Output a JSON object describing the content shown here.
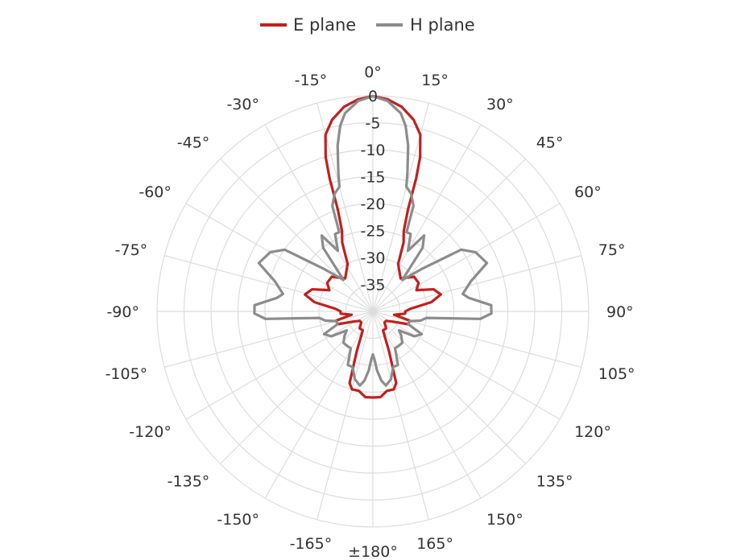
{
  "colors": {
    "e_plane": "#c0201e",
    "h_plane": "#8c8c8c",
    "grid": "#dddddd",
    "text": "#333333"
  },
  "legend": {
    "position": "top-center"
  },
  "chart_data": {
    "type": "polar-line",
    "angle_unit": "degrees",
    "angle_zero": "top",
    "angle_direction": "clockwise",
    "angle_ticks": [
      "0°",
      "15°",
      "30°",
      "45°",
      "60°",
      "75°",
      "90°",
      "105°",
      "120°",
      "135°",
      "150°",
      "165°",
      "±180°",
      "-165°",
      "-150°",
      "-135°",
      "-120°",
      "-105°",
      "-90°",
      "-75°",
      "-60°",
      "-45°",
      "-30°",
      "-15°"
    ],
    "radial_ticks": [
      "0",
      "-5",
      "-10",
      "-15",
      "-20",
      "-25",
      "-30",
      "-35"
    ],
    "radial_range": [
      -40,
      0
    ],
    "grid": true,
    "series": [
      {
        "name": "E plane",
        "points": [
          [
            0,
            0
          ],
          [
            4,
            -0.5
          ],
          [
            8,
            -1.6
          ],
          [
            12,
            -3.6
          ],
          [
            15,
            -6
          ],
          [
            17,
            -10
          ],
          [
            18,
            -14
          ],
          [
            19,
            -20
          ],
          [
            21,
            -24
          ],
          [
            24,
            -26
          ],
          [
            28,
            -30
          ],
          [
            33,
            -31
          ],
          [
            40,
            -32
          ],
          [
            50,
            -30
          ],
          [
            58,
            -30
          ],
          [
            64,
            -31
          ],
          [
            70,
            -28
          ],
          [
            76,
            -27
          ],
          [
            81,
            -29
          ],
          [
            86,
            -33
          ],
          [
            90,
            -34
          ],
          [
            94,
            -34
          ],
          [
            99,
            -36
          ],
          [
            104,
            -33
          ],
          [
            110,
            -33
          ],
          [
            118,
            -36
          ],
          [
            126,
            -37
          ],
          [
            134,
            -37
          ],
          [
            142,
            -36
          ],
          [
            152,
            -36
          ],
          [
            158,
            -32
          ],
          [
            162,
            -26
          ],
          [
            165,
            -25
          ],
          [
            170,
            -25
          ],
          [
            175,
            -24
          ],
          [
            180,
            -24
          ],
          [
            -175,
            -24
          ],
          [
            -170,
            -25
          ],
          [
            -165,
            -25
          ],
          [
            -162,
            -26
          ],
          [
            -158,
            -32
          ],
          [
            -152,
            -36
          ],
          [
            -142,
            -36
          ],
          [
            -134,
            -37
          ],
          [
            -126,
            -37
          ],
          [
            -118,
            -36
          ],
          [
            -110,
            -33
          ],
          [
            -104,
            -33
          ],
          [
            -99,
            -36
          ],
          [
            -94,
            -34
          ],
          [
            -90,
            -34
          ],
          [
            -86,
            -33
          ],
          [
            -81,
            -29
          ],
          [
            -76,
            -27
          ],
          [
            -70,
            -28
          ],
          [
            -64,
            -31
          ],
          [
            -58,
            -30
          ],
          [
            -50,
            -30
          ],
          [
            -40,
            -32
          ],
          [
            -33,
            -31
          ],
          [
            -28,
            -30
          ],
          [
            -24,
            -26
          ],
          [
            -21,
            -24
          ],
          [
            -19,
            -20
          ],
          [
            -18,
            -14
          ],
          [
            -17,
            -10
          ],
          [
            -15,
            -6
          ],
          [
            -12,
            -3.6
          ],
          [
            -8,
            -1.6
          ],
          [
            -4,
            -0.5
          ]
        ]
      },
      {
        "name": "H plane",
        "points": [
          [
            0,
            0
          ],
          [
            4,
            -0.8
          ],
          [
            8,
            -2.8
          ],
          [
            10,
            -5
          ],
          [
            12,
            -8.5
          ],
          [
            14,
            -13.5
          ],
          [
            15,
            -16
          ],
          [
            18,
            -17
          ],
          [
            21,
            -19
          ],
          [
            23,
            -24
          ],
          [
            26,
            -24
          ],
          [
            30,
            -27
          ],
          [
            34,
            -23
          ],
          [
            38,
            -25
          ],
          [
            43,
            -32
          ],
          [
            49,
            -28
          ],
          [
            55,
            -20
          ],
          [
            60,
            -18
          ],
          [
            67,
            -17
          ],
          [
            73,
            -21
          ],
          [
            79,
            -23
          ],
          [
            82,
            -22
          ],
          [
            87,
            -18
          ],
          [
            91,
            -18
          ],
          [
            94,
            -20
          ],
          [
            97,
            -30
          ],
          [
            101,
            -31
          ],
          [
            105,
            -33
          ],
          [
            110,
            -33
          ],
          [
            115,
            -30
          ],
          [
            121,
            -31
          ],
          [
            126,
            -34
          ],
          [
            131,
            -33
          ],
          [
            137,
            -32
          ],
          [
            143,
            -32
          ],
          [
            149,
            -32
          ],
          [
            155,
            -29
          ],
          [
            160,
            -29
          ],
          [
            165,
            -27
          ],
          [
            170,
            -26
          ],
          [
            173,
            -27
          ],
          [
            176,
            -29
          ],
          [
            178,
            -31
          ],
          [
            180,
            -32
          ],
          [
            -178,
            -31
          ],
          [
            -176,
            -29
          ],
          [
            -173,
            -27
          ],
          [
            -170,
            -26
          ],
          [
            -165,
            -27
          ],
          [
            -160,
            -29
          ],
          [
            -155,
            -29
          ],
          [
            -149,
            -32
          ],
          [
            -143,
            -32
          ],
          [
            -137,
            -32
          ],
          [
            -131,
            -33
          ],
          [
            -126,
            -34
          ],
          [
            -121,
            -31
          ],
          [
            -115,
            -30
          ],
          [
            -110,
            -33
          ],
          [
            -105,
            -33
          ],
          [
            -101,
            -31
          ],
          [
            -97,
            -30
          ],
          [
            -94,
            -20
          ],
          [
            -91,
            -18
          ],
          [
            -87,
            -18
          ],
          [
            -82,
            -22
          ],
          [
            -79,
            -23
          ],
          [
            -73,
            -21
          ],
          [
            -67,
            -17
          ],
          [
            -60,
            -18
          ],
          [
            -55,
            -20
          ],
          [
            -49,
            -28
          ],
          [
            -43,
            -32
          ],
          [
            -38,
            -25
          ],
          [
            -34,
            -23
          ],
          [
            -30,
            -27
          ],
          [
            -26,
            -24
          ],
          [
            -23,
            -24
          ],
          [
            -21,
            -19
          ],
          [
            -18,
            -17
          ],
          [
            -15,
            -16
          ],
          [
            -14,
            -13.5
          ],
          [
            -12,
            -8.5
          ],
          [
            -10,
            -5
          ],
          [
            -8,
            -2.8
          ],
          [
            -4,
            -0.8
          ]
        ]
      }
    ]
  }
}
